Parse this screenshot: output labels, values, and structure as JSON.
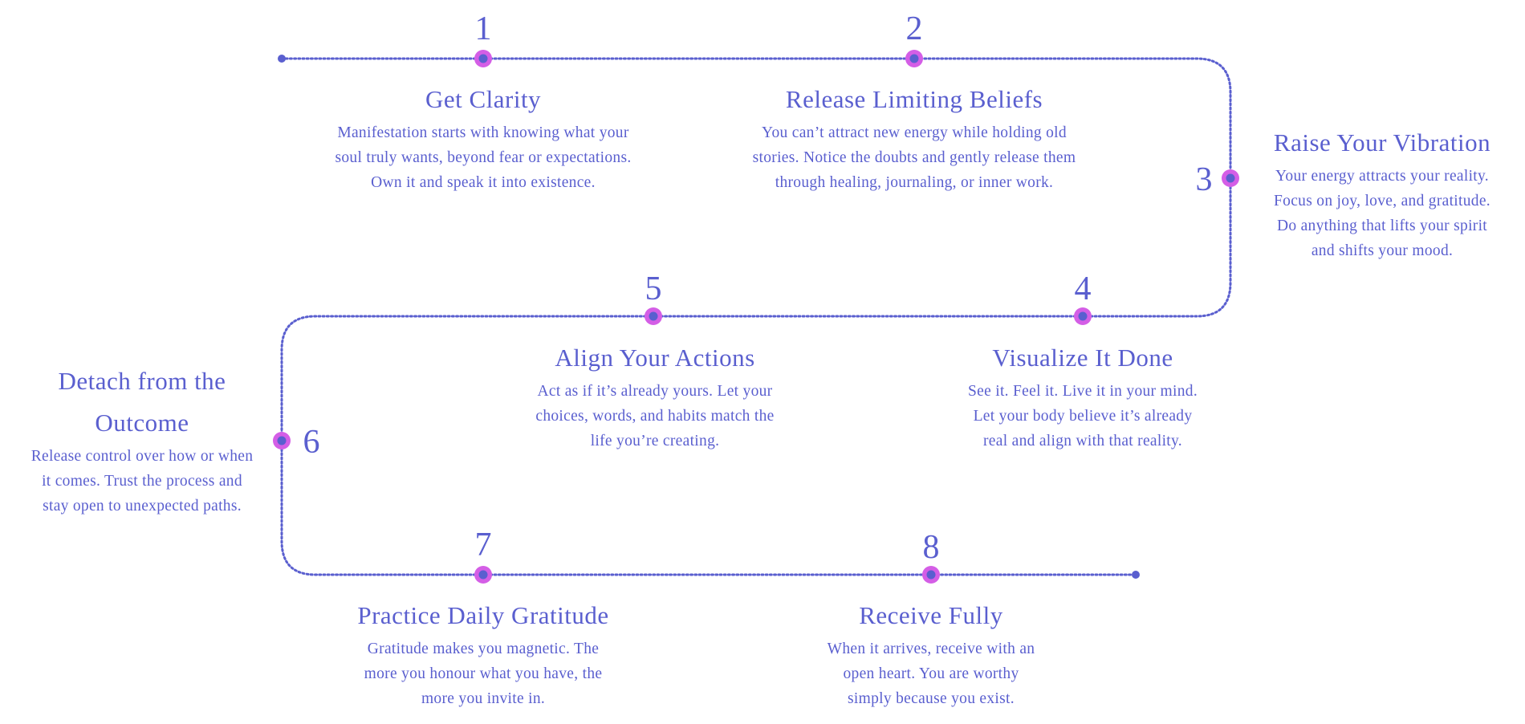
{
  "colors": {
    "primary": "#5a5fcf",
    "node_ring": "#d45ee6",
    "background": "#ffffff"
  },
  "steps": [
    {
      "number": "1",
      "title_lines": [
        "Get Clarity"
      ],
      "body_lines": [
        "Manifestation starts with knowing what your",
        "soul truly wants, beyond fear or expectations.",
        "Own it and speak it into existence."
      ]
    },
    {
      "number": "2",
      "title_lines": [
        "Release Limiting Beliefs"
      ],
      "body_lines": [
        "You can’t attract new energy while holding old",
        "stories. Notice the doubts and gently release them",
        "through healing, journaling, or inner work."
      ]
    },
    {
      "number": "3",
      "title_lines": [
        "Raise Your Vibration"
      ],
      "body_lines": [
        "Your energy attracts your reality.",
        "Focus on joy, love, and gratitude.",
        "Do anything that lifts your spirit",
        "and shifts your mood."
      ]
    },
    {
      "number": "4",
      "title_lines": [
        "Visualize It Done"
      ],
      "body_lines": [
        "See it. Feel it. Live it in your mind.",
        "Let your body believe it’s already",
        "real and align with that reality."
      ]
    },
    {
      "number": "5",
      "title_lines": [
        "Align Your Actions"
      ],
      "body_lines": [
        "Act as if it’s already yours. Let your",
        "choices, words, and habits match the",
        "life you’re creating."
      ]
    },
    {
      "number": "6",
      "title_lines": [
        "Detach from the",
        "Outcome"
      ],
      "body_lines": [
        "Release control over how or when",
        "it comes. Trust the process and",
        "stay open to unexpected paths."
      ]
    },
    {
      "number": "7",
      "title_lines": [
        "Practice Daily Gratitude"
      ],
      "body_lines": [
        "Gratitude makes you magnetic. The",
        "more you honour what you have, the",
        "more you invite in."
      ]
    },
    {
      "number": "8",
      "title_lines": [
        "Receive Fully"
      ],
      "body_lines": [
        "When it arrives, receive with an",
        "open heart. You are worthy",
        "simply because you exist."
      ]
    }
  ]
}
